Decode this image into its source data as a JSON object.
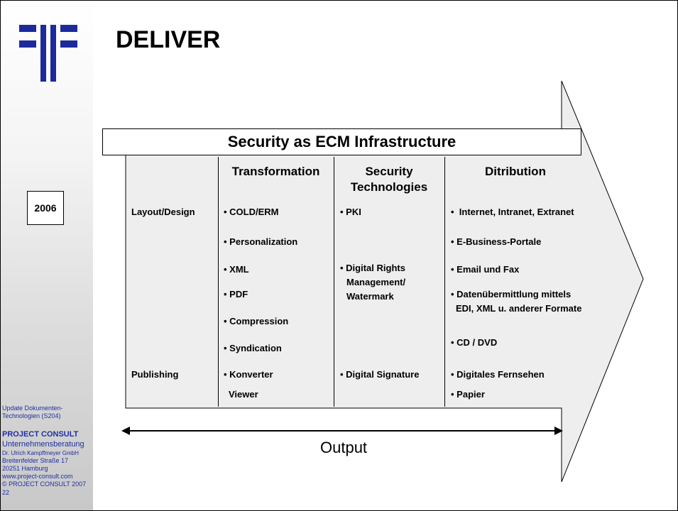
{
  "title": "DELIVER",
  "banner": "Security as ECM Infrastructure",
  "headers": {
    "transformation": "Transformation",
    "security": "Security Technologies",
    "distribution": "Ditribution"
  },
  "rows": {
    "layout": "Layout/Design",
    "publishing": "Publishing"
  },
  "transformation_items": [
    "• COLD/ERM",
    "• Personalization",
    "• XML",
    "• PDF",
    "• Compression",
    "• Syndication",
    "• Konverter",
    "Viewer"
  ],
  "security_items": [
    "• PKI",
    "• Digital Rights",
    "Management/",
    "Watermark",
    "• Digital Signature"
  ],
  "distribution_items": [
    "•  Internet, Intranet, Extranet",
    "• E-Business-Portale",
    "• Email und Fax",
    "• Datenübermittlung mittels",
    "EDI, XML u. anderer Formate",
    "• CD / DVD",
    "• Digitales Fernsehen",
    "• Papier"
  ],
  "output_label": "Output",
  "year": "2006",
  "sidebar": {
    "doc_line1": "Update Dokumenten-",
    "doc_line2": "Technologien (S204)",
    "brand": "PROJECT  CONSULT",
    "company": "Unternehmensberatung",
    "person": "Dr. Ulrich Kampffmeyer  GmbH",
    "street": "Breitenfelder Straße 17",
    "city": "20251 Hamburg",
    "web": "www.project-consult.com",
    "copyright": "© PROJECT CONSULT  2007",
    "page": "22"
  },
  "colors": {
    "logo_blue": "#1d2a9b",
    "sidebar_text": "#1f2fa0",
    "arrow_fill": "#eeeeee"
  }
}
